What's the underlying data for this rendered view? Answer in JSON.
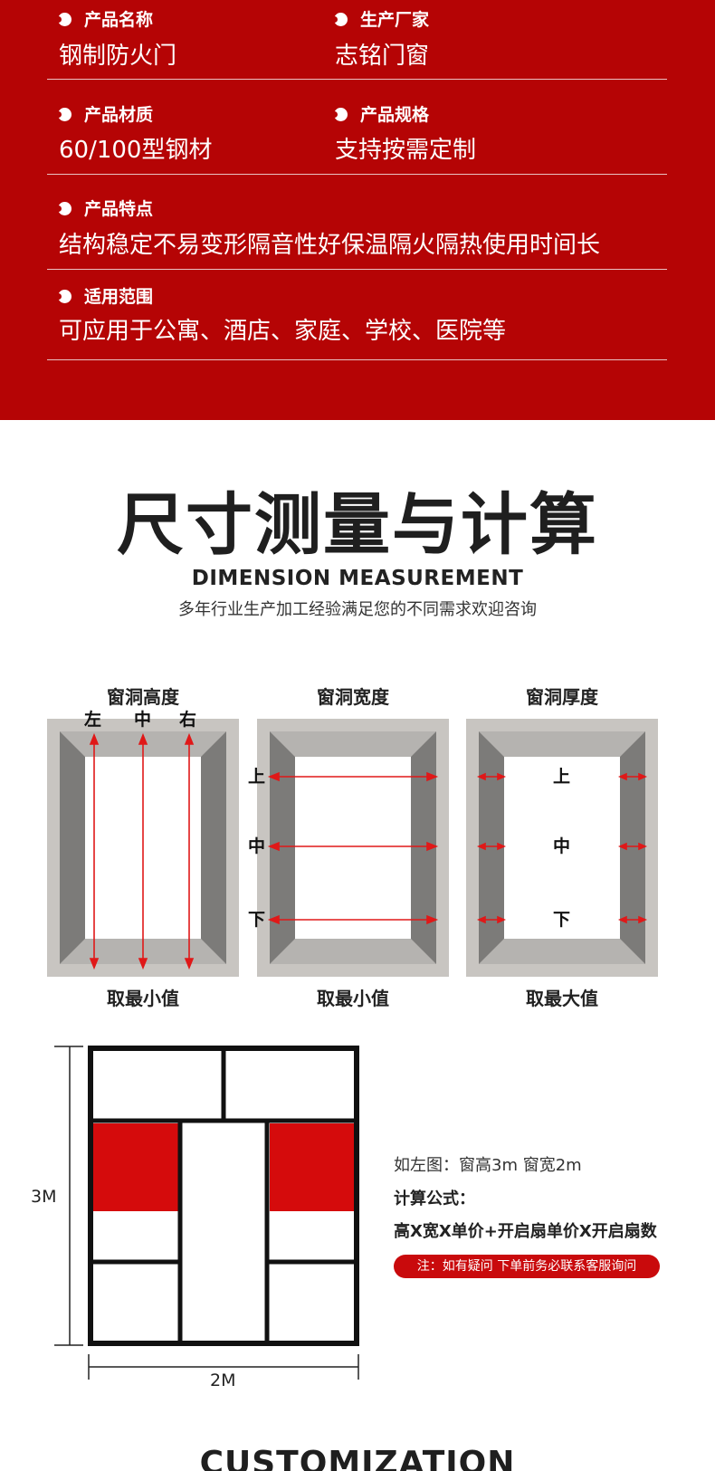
{
  "specs": {
    "name_label": "产品名称",
    "name_value": "钢制防火门",
    "maker_label": "生产厂家",
    "maker_value": "志铭门窗",
    "material_label": "产品材质",
    "material_value": "60/100型钢材",
    "size_label": "产品规格",
    "size_value": "支持按需定制",
    "feature_label": "产品特点",
    "feature_value": "结构稳定不易变形隔音性好保温隔火隔热使用时间长",
    "scope_label": "适用范围",
    "scope_value": "可应用于公寓、酒店、家庭、学校、医院等"
  },
  "heading": {
    "title": "尺寸测量与计算",
    "subtitle_en": "DIMENSION MEASUREMENT",
    "desc": "多年行业生产加工经验满足您的不同需求欢迎咨询"
  },
  "frames": [
    {
      "title": "窗洞高度",
      "rule": "取最小值",
      "marks": [
        "左",
        "中",
        "右"
      ]
    },
    {
      "title": "窗洞宽度",
      "rule": "取最小值",
      "marks": [
        "上",
        "中",
        "下"
      ]
    },
    {
      "title": "窗洞厚度",
      "rule": "取最大值",
      "marks": [
        "上",
        "中",
        "下"
      ]
    }
  ],
  "calc": {
    "height_label": "3M",
    "width_label": "2M",
    "example": "如左图：窗高3m 窗宽2m",
    "formula_title": "计算公式：",
    "formula": "高X宽X单价+开启扇单价X开启扇数",
    "note": "注：如有疑问 下单前务必联系客服询问"
  },
  "footer": {
    "next_title": "CUSTOMIZATION"
  },
  "colors": {
    "brand_red": "#b50405",
    "accent_red": "#d50b0c",
    "arrow_red": "#e01818"
  }
}
